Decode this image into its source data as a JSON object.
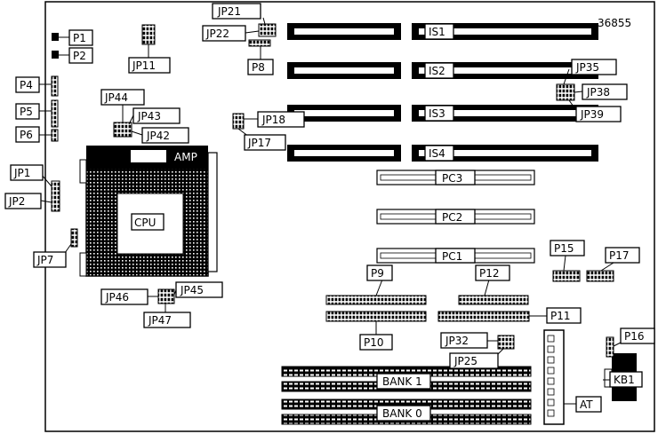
{
  "diagram": {
    "board_id": "36855",
    "cpu_label": "CPU",
    "socket_brand": "AMP",
    "connectors": {
      "IS1": "IS1",
      "IS2": "IS2",
      "IS3": "IS3",
      "IS4": "IS4",
      "PC1": "PC1",
      "PC2": "PC2",
      "PC3": "PC3",
      "BANK1": "BANK 1",
      "BANK0": "BANK 0",
      "P1": "P1",
      "P2": "P2",
      "P4": "P4",
      "P5": "P5",
      "P6": "P6",
      "P8": "P8",
      "P9": "P9",
      "P10": "P10",
      "P11": "P11",
      "P12": "P12",
      "P15": "P15",
      "P16": "P16",
      "P17": "P17",
      "KB1": "KB1",
      "AT": "AT"
    },
    "jumpers": {
      "JP1": "JP1",
      "JP2": "JP2",
      "JP7": "JP7",
      "JP11": "JP11",
      "JP17": "JP17",
      "JP18": "JP18",
      "JP21": "JP21",
      "JP22": "JP22",
      "JP25": "JP25",
      "JP32": "JP32",
      "JP35": "JP35",
      "JP38": "JP38",
      "JP39": "JP39",
      "JP42": "JP42",
      "JP43": "JP43",
      "JP44": "JP44",
      "JP45": "JP45",
      "JP46": "JP46",
      "JP47": "JP47"
    }
  }
}
